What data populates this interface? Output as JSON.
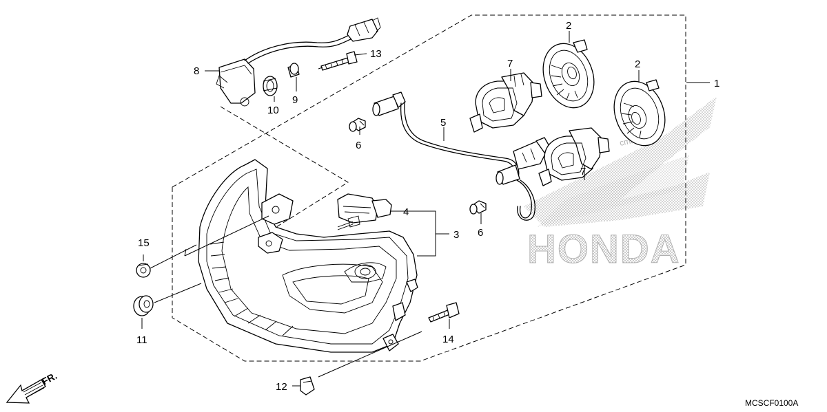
{
  "diagram": {
    "callouts": [
      {
        "id": "1",
        "label": "1"
      },
      {
        "id": "2a",
        "label": "2"
      },
      {
        "id": "2b",
        "label": "2"
      },
      {
        "id": "3",
        "label": "3"
      },
      {
        "id": "4",
        "label": "4"
      },
      {
        "id": "5",
        "label": "5"
      },
      {
        "id": "6a",
        "label": "6"
      },
      {
        "id": "6b",
        "label": "6"
      },
      {
        "id": "7a",
        "label": "7"
      },
      {
        "id": "7b",
        "label": "7"
      },
      {
        "id": "8",
        "label": "8"
      },
      {
        "id": "9",
        "label": "9"
      },
      {
        "id": "10",
        "label": "10"
      },
      {
        "id": "11",
        "label": "11"
      },
      {
        "id": "12",
        "label": "12"
      },
      {
        "id": "13",
        "label": "13"
      },
      {
        "id": "14",
        "label": "14"
      },
      {
        "id": "15",
        "label": "15"
      }
    ],
    "direction_label": "FR.",
    "diagram_code": "MCSCF0100A",
    "watermark_text": "cmsnl.com",
    "logo_text": "HONDA",
    "colors": {
      "ink": "#000000",
      "background": "#ffffff",
      "watermark": "#b4b4b4"
    }
  }
}
